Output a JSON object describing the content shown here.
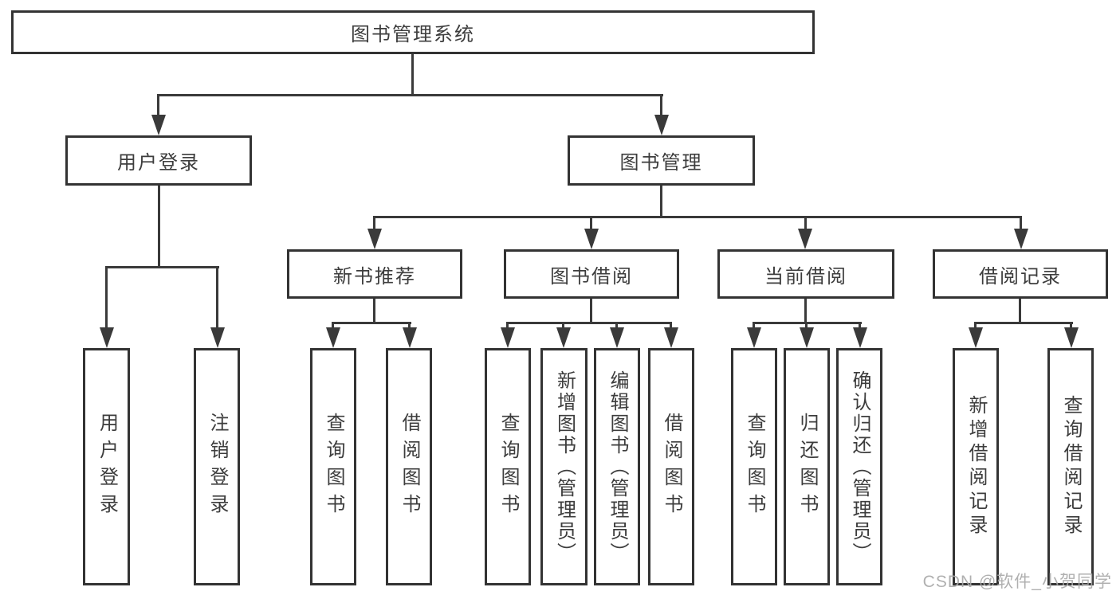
{
  "page": {
    "watermark": "CSDN @软件_小贺同学"
  },
  "colors": {
    "line": "#3a3a3a",
    "box_border": "#333333",
    "text": "#3d3d3d",
    "watermark": "#aaaaaa",
    "background": "#ffffff"
  },
  "tree": {
    "root": "图书管理系统",
    "branches": [
      {
        "label": "用户登录",
        "children": [
          "用户登录",
          "注销登录"
        ]
      },
      {
        "label": "图书管理",
        "children": [
          {
            "label": "新书推荐",
            "children": [
              "查询图书",
              "借阅图书"
            ]
          },
          {
            "label": "图书借阅",
            "children": [
              "查询图书",
              "新增图书（管理员）",
              "编辑图书（管理员）",
              "借阅图书"
            ]
          },
          {
            "label": "当前借阅",
            "children": [
              "查询图书",
              "归还图书",
              "确认归还（管理员）"
            ]
          },
          {
            "label": "借阅记录",
            "children": [
              "新增借阅记录",
              "查询借阅记录"
            ]
          }
        ]
      }
    ]
  }
}
